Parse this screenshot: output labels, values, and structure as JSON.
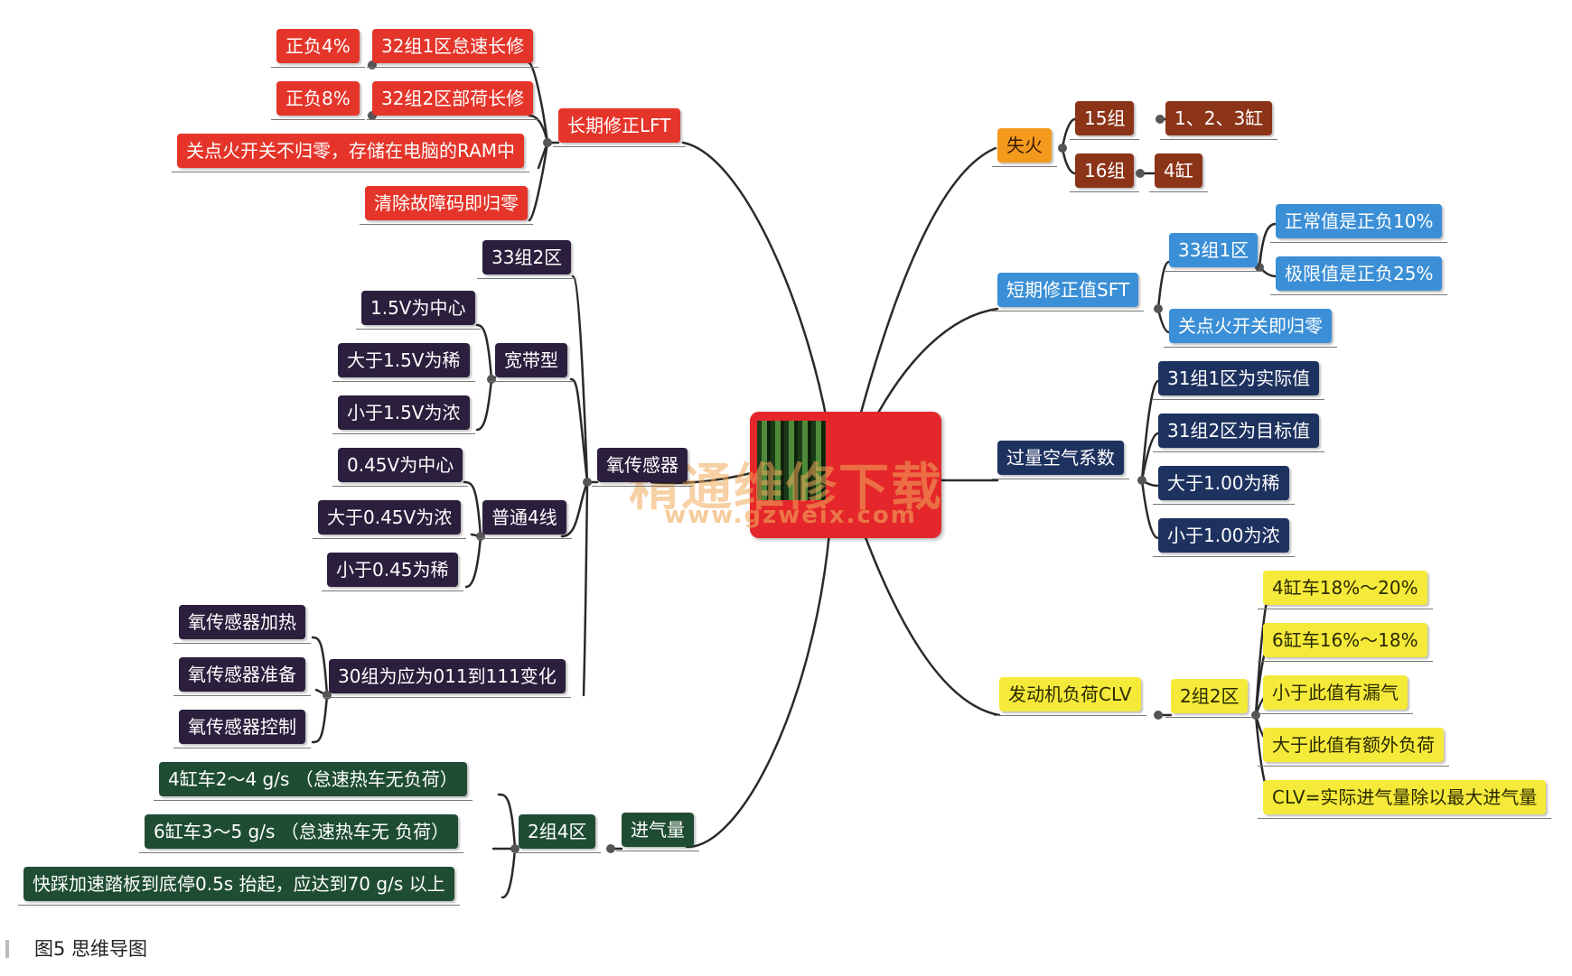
{
  "caption": "图5 思维导图",
  "watermark": {
    "text": "精通维修下载",
    "url": "www.gzweix.com"
  },
  "colors": {
    "link": "#2a2a2a",
    "center": "#e5272b",
    "lft": "#e5352a",
    "oxygen_sensor": "#2b1f3d",
    "air_intake": "#1f4d33",
    "misfire_detail": "#8c3418",
    "misfire": "#f39a1d",
    "sft": "#3b8fd6",
    "excess_air": "#1e3260",
    "engine_load": "#f5ea3a"
  },
  "nodes": {
    "lft": "长期修正LFT",
    "lft_32_1": "32组1区怠速长修",
    "lft_pm4": "正负4%",
    "lft_32_2": "32组2区部荷长修",
    "lft_pm8": "正负8%",
    "lft_ram": "关点火开关不归零，存储在电脑的RAM中",
    "lft_clear": "清除故障码即归零",
    "o2": "氧传感器",
    "o2_33_2": "33组2区",
    "o2_wide": "宽带型",
    "o2_wide_center": "1.5V为中心",
    "o2_wide_lean": "大于1.5V为稀",
    "o2_wide_rich": "小于1.5V为浓",
    "o2_normal": "普通4线",
    "o2_normal_center": "0.45V为中心",
    "o2_normal_rich": "大于0.45V为浓",
    "o2_normal_lean": "小于0.45为稀",
    "o2_30": "30组为应为011到111变化",
    "o2_heat": "氧传感器加热",
    "o2_ready": "氧传感器准备",
    "o2_control": "氧传感器控制",
    "air": "进气量",
    "air_2_4": "2组4区",
    "air_4cyl": "4缸车2～4 g/s （怠速热车无负荷）",
    "air_6cyl": "6缸车3～5 g/s （怠速热车无 负荷）",
    "air_wot": "快踩加速踏板到底停0.5s 抬起，应达到70 g/s 以上",
    "misfire": "失火",
    "misfire_15": "15组",
    "misfire_15_cyl": "1、2、3缸",
    "misfire_16": "16组",
    "misfire_16_cyl": "4缸",
    "sft": "短期修正值SFT",
    "sft_33_1": "33组1区",
    "sft_normal": "正常值是正负10%",
    "sft_limit": "极限值是正负25%",
    "sft_reset": "关点火开关即归零",
    "lambda": "过量空气系数",
    "lambda_31_1": "31组1区为实际值",
    "lambda_31_2": "31组2区为目标值",
    "lambda_lean": "大于1.00为稀",
    "lambda_rich": "小于1.00为浓",
    "clv": "发动机负荷CLV",
    "clv_2_2": "2组2区",
    "clv_4cyl": "4缸车18%～20%",
    "clv_6cyl": "6缸车16%～18%",
    "clv_leak": "小于此值有漏气",
    "clv_extra": "大于此值有额外负荷",
    "clv_formula": "CLV=实际进气量除以最大进气量"
  }
}
